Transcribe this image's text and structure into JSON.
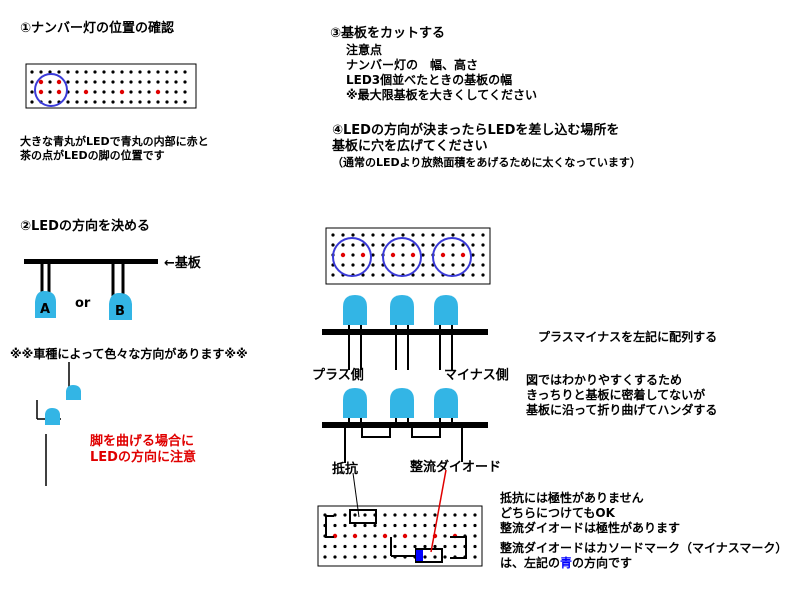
{
  "step1": {
    "title": "①ナンバー灯の位置の確認",
    "caption_line1": "大きな青丸がLEDで青丸の内部に赤と",
    "caption_line2": "茶の点がLEDの脚の位置です"
  },
  "step2": {
    "title": "②LEDの方向を決める",
    "board_label": "←基板",
    "led_a": "A",
    "or": "or",
    "led_b": "B",
    "vehicle_note": "※※車種によって色々な方向があります※※",
    "bend_note_line1": "脚を曲げる場合に",
    "bend_note_line2": "LEDの方向に注意"
  },
  "step3": {
    "title": "③基板をカットする",
    "line1": "注意点",
    "line2": "ナンバー灯の　幅、高さ",
    "line3": "LED3個並べたときの基板の幅",
    "line4": "※最大限基板を大きくしてください"
  },
  "step4": {
    "line1": "④LEDの方向が決まったらLEDを差し込む場所を",
    "line2": "基板に穴を広げてください",
    "line3": "（通常のLEDより放熱面積をあげるために太くなっています）"
  },
  "wiring": {
    "arrange_note": "プラスマイナスを左記に配列する",
    "plus_side": "プラス側",
    "minus_side": "マイナス側",
    "fig_note_line1": "図ではわかりやすくするため",
    "fig_note_line2": "きっちりと基板に密着してないが",
    "fig_note_line3": "基板に沿って折り曲げてハンダする",
    "resistor": "抵抗",
    "diode": "整流ダイオード",
    "polarity_line1": "抵抗には極性がありません",
    "polarity_line2": "どちらにつけてもOK",
    "polarity_line3": "整流ダイオードは極性があります",
    "cathode_line1": "整流ダイオードはカソードマーク（マイナスマーク）",
    "cathode_line2_a": "は、左記の",
    "cathode_line2_blue": "青",
    "cathode_line2_b": "の方向です"
  },
  "colors": {
    "led_body": "#33b5e5",
    "led_circle": "#3a3ad8",
    "leg_dot": "#e00000",
    "cathode_mark": "#0000ff",
    "note_red": "#e00000"
  }
}
